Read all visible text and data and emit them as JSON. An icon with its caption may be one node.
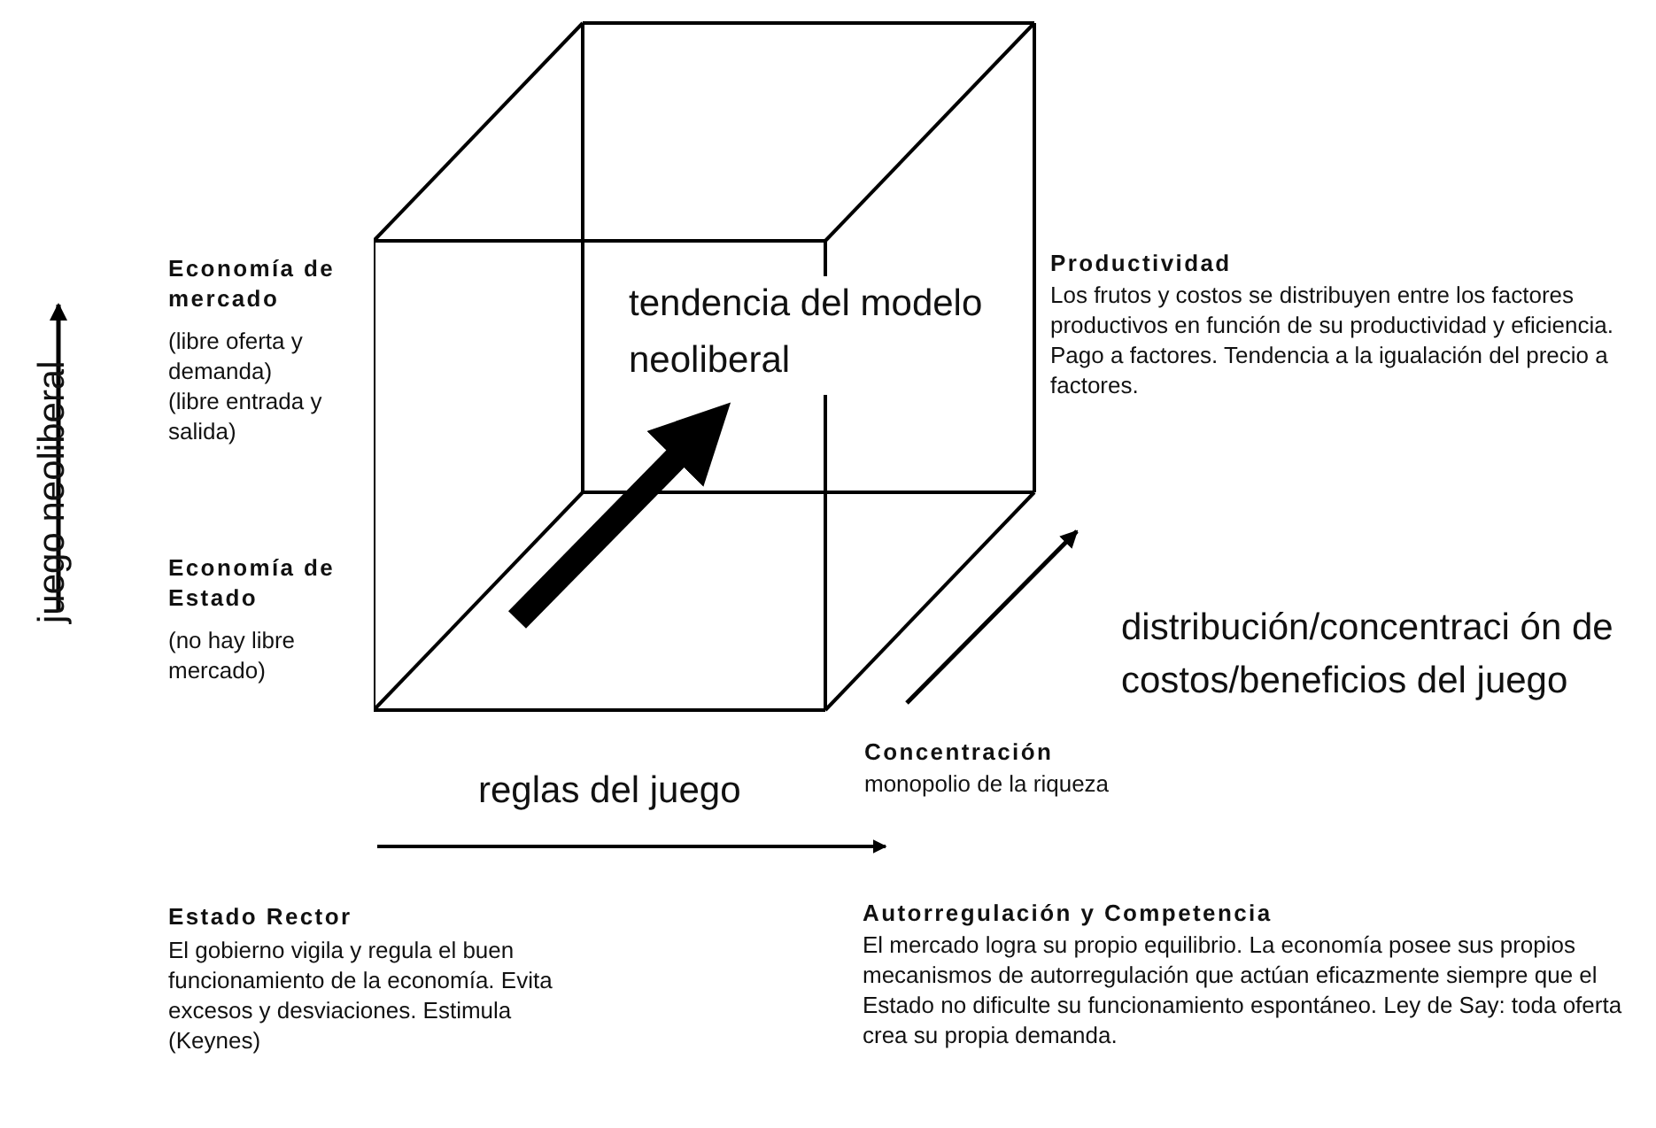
{
  "diagram": {
    "nodes": [
      {
        "text": [
          "tendencia del modelo neoliberal"
        ]
      }
    ],
    "labels": [
      "juego neoliberal",
      "Economía de mercado",
      "(libre oferta y demanda)",
      "(libre entrada y salida)",
      "Productividad",
      "Los frutos y costos se distribuyen entre los factores productivos en función de su productividad y eficiencia. Pago a factores. Tendencia a la igualación del precio a factores.",
      "distribución/concentraci ón de costos/beneficios del juego",
      "Economía de Estado",
      "(no hay libre mercado)",
      "Concentración",
      "monopolio de la riqueza",
      "reglas del juego",
      "Estado Rector",
      "El gobierno vigila y regula el buen funcionamiento de la economía. Evita excesos y desviaciones. Estimula (Keynes)",
      "Autorregulación y Competencia",
      "El mercado logra su propio equilibrio. La economía posee sus propios mecanismos de autorregulación que actúan eficazmente siempre que el Estado no dificulte su funcionamiento espontáneo. Ley de Say: toda oferta crea su propia demanda."
    ]
  }
}
